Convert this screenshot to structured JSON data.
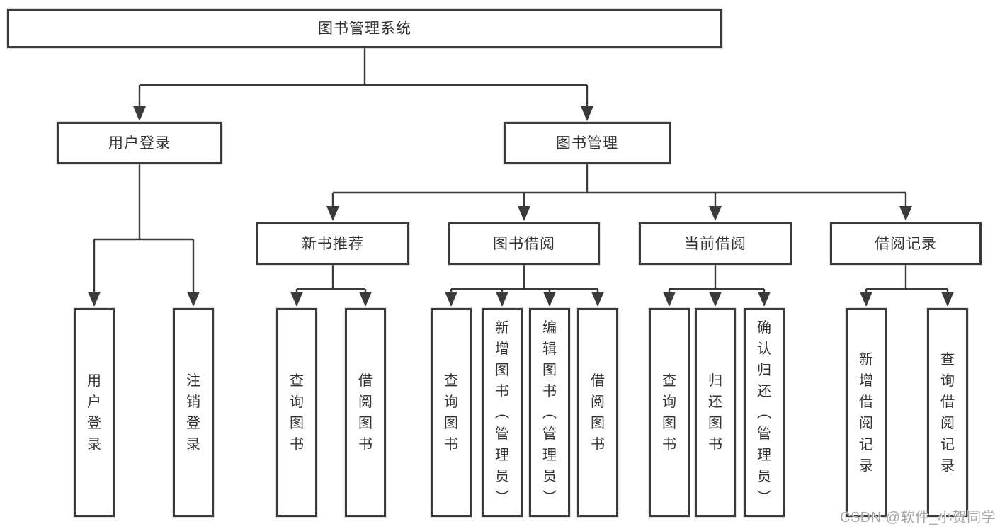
{
  "colors": {
    "line": "#3a3a3a",
    "text": "#333333",
    "watermark": "#a6a6a6",
    "bg": "#ffffff"
  },
  "watermark": {
    "text": "CSDN @软件_小贺同学"
  },
  "tree": {
    "label": "图书管理系统",
    "children": [
      {
        "label": "用户登录",
        "children": [
          {
            "label": "用户登录"
          },
          {
            "label": "注销登录"
          }
        ]
      },
      {
        "label": "图书管理",
        "children": [
          {
            "label": "新书推荐",
            "children": [
              {
                "label": "查询图书"
              },
              {
                "label": "借阅图书"
              }
            ]
          },
          {
            "label": "图书借阅",
            "children": [
              {
                "label": "查询图书"
              },
              {
                "label": "新增图书（管理员）"
              },
              {
                "label": "编辑图书（管理员）"
              },
              {
                "label": "借阅图书"
              }
            ]
          },
          {
            "label": "当前借阅",
            "children": [
              {
                "label": "查询图书"
              },
              {
                "label": "归还图书"
              },
              {
                "label": "确认归还（管理员）"
              }
            ]
          },
          {
            "label": "借阅记录",
            "children": [
              {
                "label": "新增借阅记录"
              },
              {
                "label": "查询借阅记录"
              }
            ]
          }
        ]
      }
    ]
  }
}
